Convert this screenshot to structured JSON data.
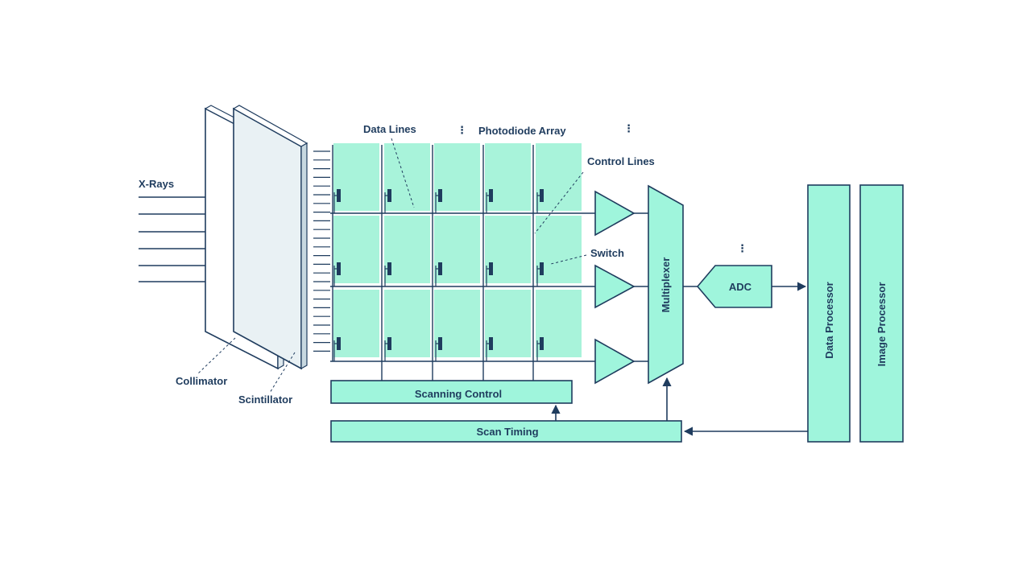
{
  "labels": {
    "xrays": "X-Rays",
    "data_lines": "Data Lines",
    "photodiode_array": "Photodiode Array",
    "control_lines": "Control Lines",
    "switch": "Switch",
    "collimator": "Collimator",
    "scintillator": "Scintillator",
    "scanning_control": "Scanning Control",
    "scan_timing": "Scan Timing",
    "multiplexer": "Multiplexer",
    "adc": "ADC",
    "data_processor": "Data Processor",
    "image_processor": "Image Processor",
    "ellipsis": "⋮"
  },
  "colors": {
    "fill": "#9ff5dc",
    "cell": "#a8f3da",
    "line": "#1f3c5e",
    "panel": "#e9f1f4"
  }
}
